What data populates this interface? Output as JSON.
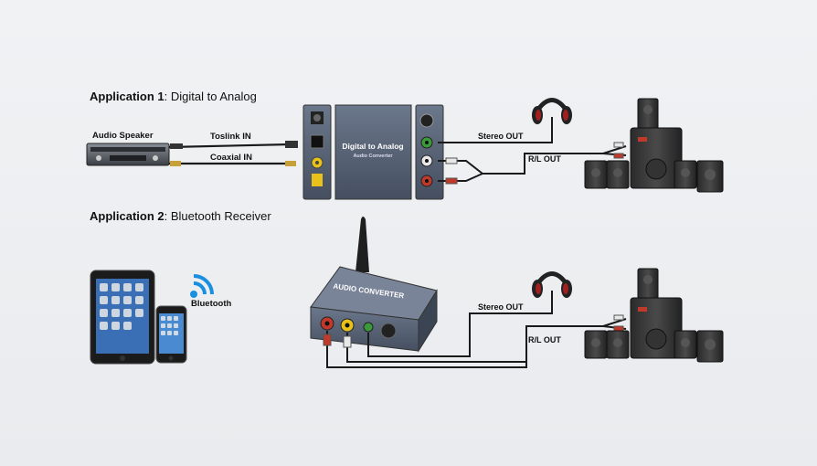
{
  "app1": {
    "title_prefix": "Application 1",
    "title_suffix": ": Digital to Analog",
    "source_label": "Audio Speaker",
    "toslink_label": "Toslink IN",
    "coaxial_label": "Coaxial IN",
    "device_title": "Digital to Analog",
    "device_subtitle": "Audio Converter",
    "stereo_label": "Stereo OUT",
    "rl_label": "R/L OUT"
  },
  "app2": {
    "title_prefix": "Application 2",
    "title_suffix": ": Bluetooth Receiver",
    "bluetooth_label": "Bluetooth",
    "device_title": "AUDIO CONVERTER",
    "stereo_label": "Stereo OUT",
    "rl_label": "R/L OUT"
  },
  "colors": {
    "device_body": "#4b5668",
    "device_panel": "#5d6a7e",
    "cable": "#1a1a1a",
    "rca_red": "#c0392b",
    "rca_white": "#e8e8e8",
    "rca_yellow": "#e8c21a",
    "port_green": "#3a9a3a",
    "bluetooth_blue": "#1a8fe0"
  }
}
